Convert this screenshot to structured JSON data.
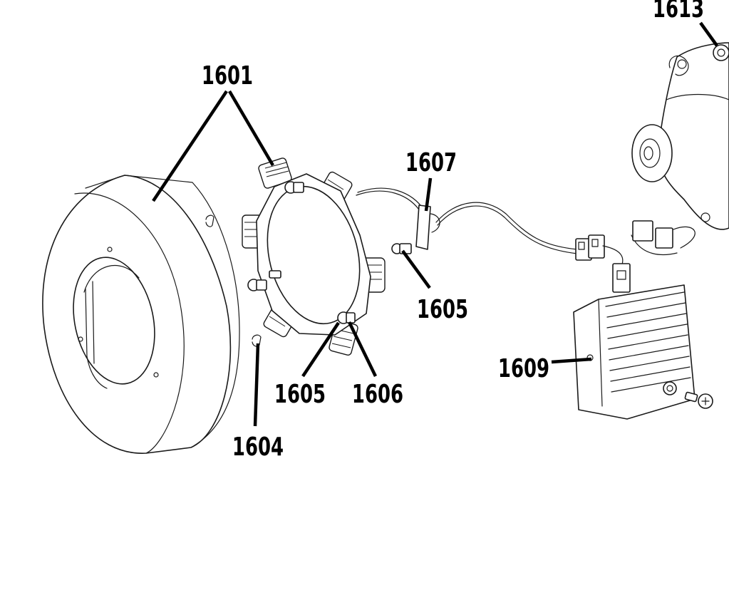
{
  "diagram": {
    "callouts": {
      "c1601": "1601",
      "c1604": "1604",
      "c1605a": "1605",
      "c1605b": "1605",
      "c1606": "1606",
      "c1607": "1607",
      "c1609": "1609",
      "c1613": "1613"
    }
  }
}
